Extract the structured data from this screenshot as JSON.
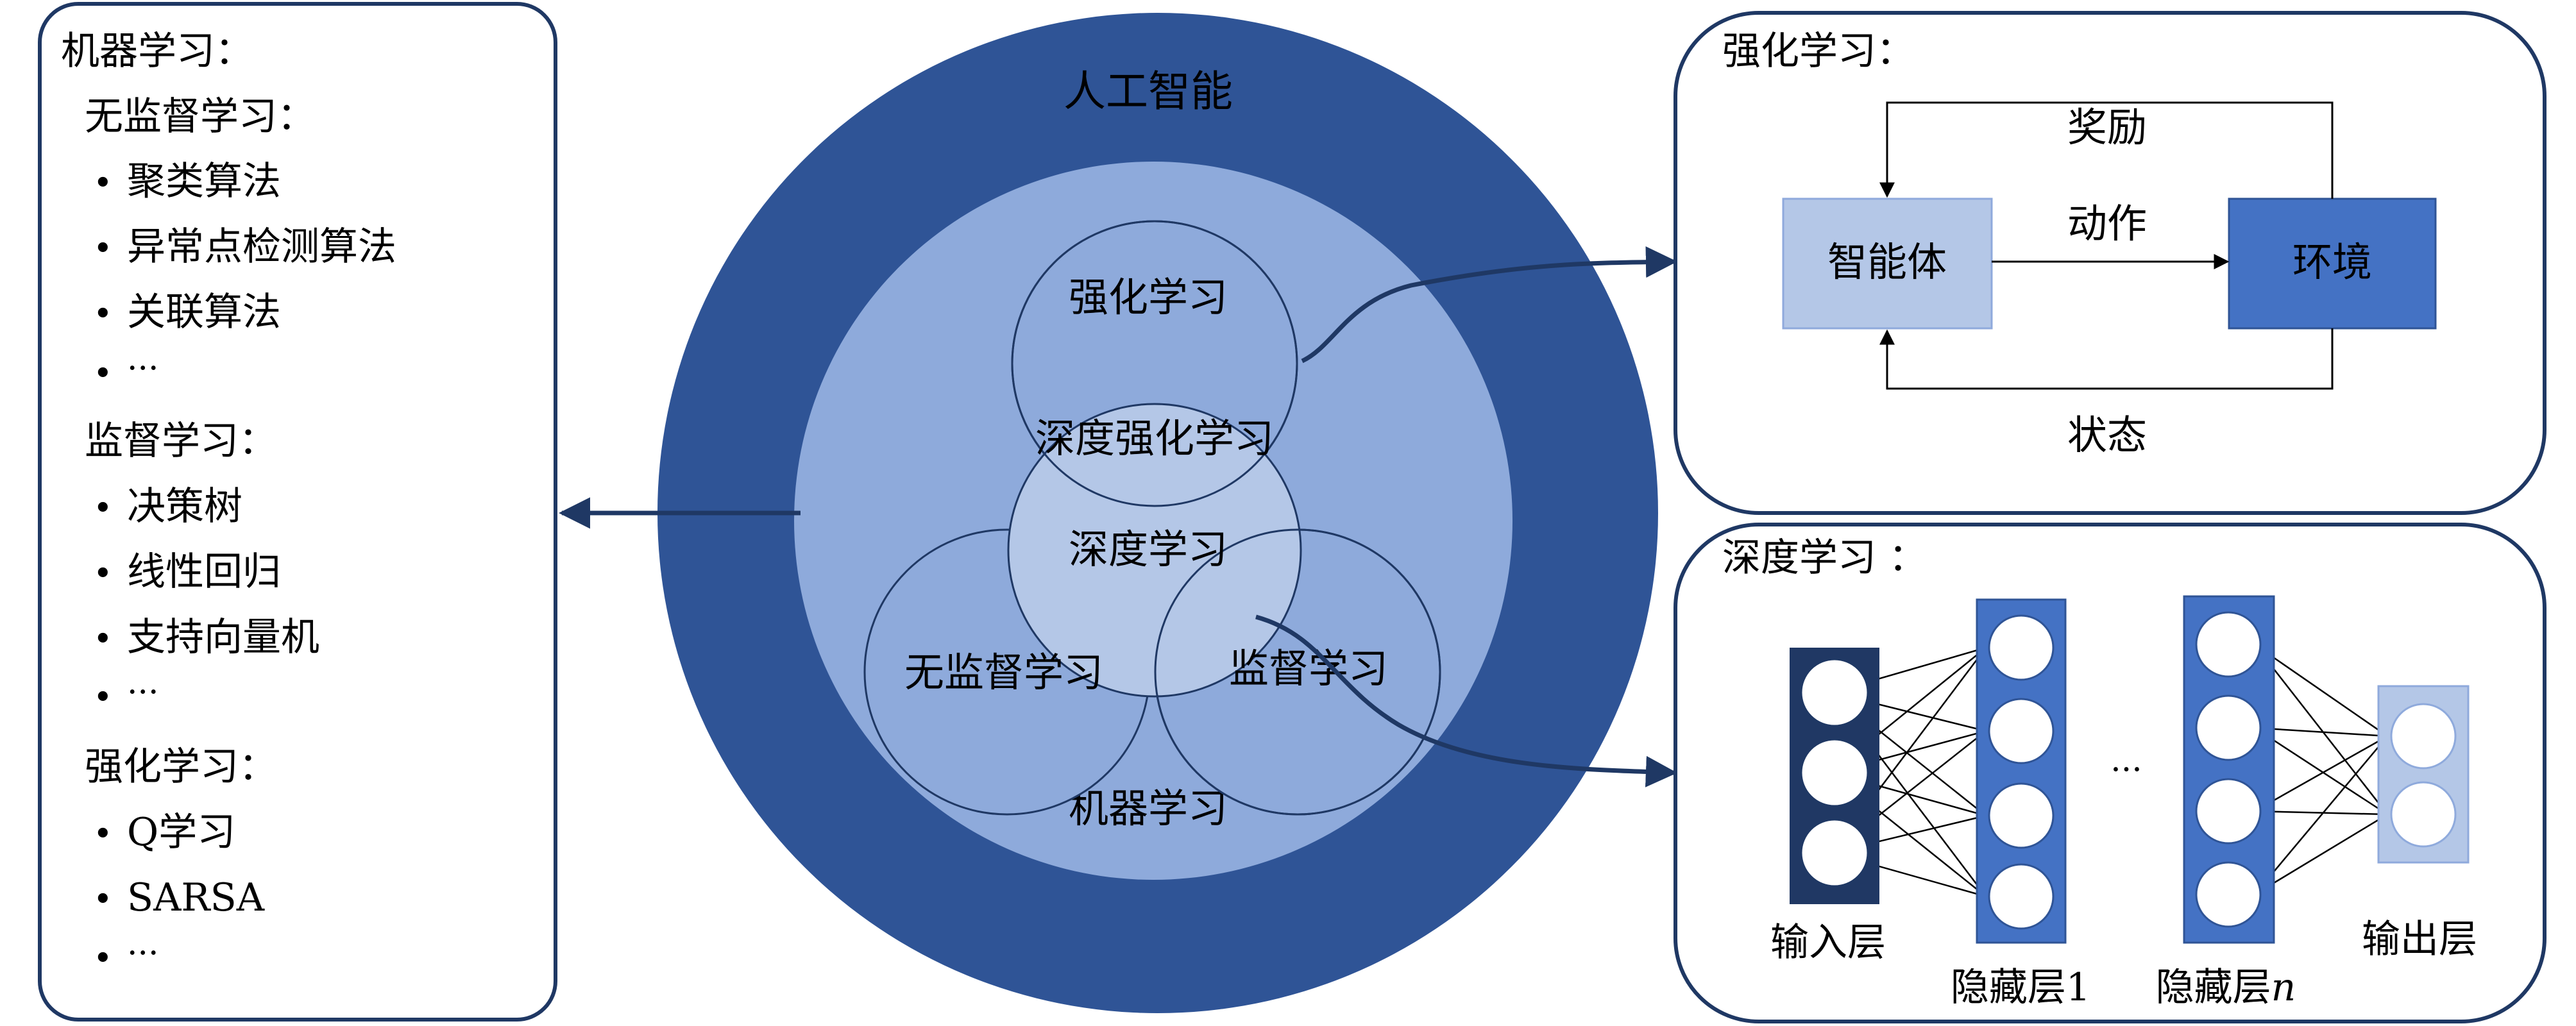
{
  "colors": {
    "outer_circle": "#2f5496",
    "inner_circle": "#8eaadb",
    "small_circle": "#b4c7e7",
    "dark_navy": "#1f3864",
    "agent_fill": "#b4c7e7",
    "env_fill": "#4472c4",
    "panel_border": "#1f3864",
    "hidden_layer": "#4472c4",
    "output_layer": "#b4c7e7",
    "input_layer": "#203864"
  },
  "left_panel": {
    "title": "机器学习：",
    "sections": [
      {
        "heading": "无监督学习：",
        "items": [
          "聚类算法",
          "异常点检测算法",
          "关联算法",
          "···"
        ]
      },
      {
        "heading": "监督学习：",
        "items": [
          "决策树",
          "线性回归",
          "支持向量机",
          "···"
        ]
      },
      {
        "heading": "强化学习：",
        "items": [
          "Q学习",
          "SARSA",
          "···"
        ]
      }
    ],
    "bullet": "•"
  },
  "center": {
    "ai_label": "人工智能",
    "ml_label": "机器学习",
    "rl_label": "强化学习",
    "drl_label": "深度强化学习",
    "dl_label": "深度学习",
    "unsup_label": "无监督学习",
    "sup_label": "监督学习"
  },
  "rl_panel": {
    "title": "强化学习：",
    "agent": "智能体",
    "environment": "环境",
    "reward": "奖励",
    "action": "动作",
    "state": "状态"
  },
  "dl_panel": {
    "title": "深度学习 ：",
    "input_layer": "输入层",
    "hidden_layer_1": "隐藏层1",
    "hidden_layer_n_prefix": "隐藏层",
    "hidden_layer_n_var": "n",
    "output_layer": "输出层",
    "ellipsis": "···"
  }
}
